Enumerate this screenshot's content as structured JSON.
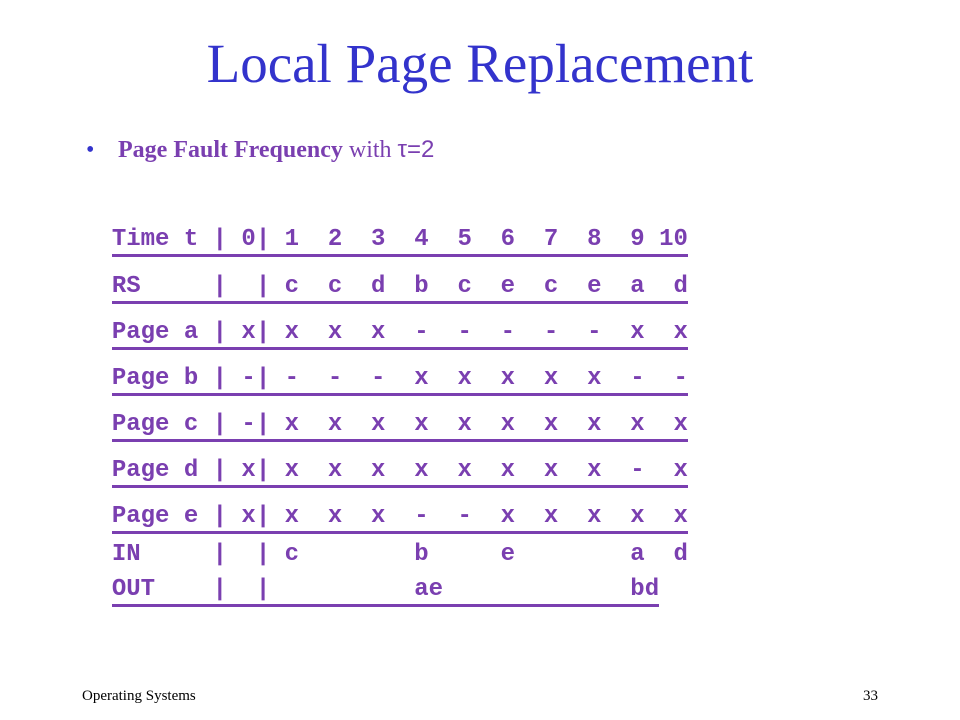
{
  "slide": {
    "title": "Local Page Replacement",
    "bullet": {
      "marker": "•",
      "bold_text": "Page Fault Frequency",
      "plain_text": " with ",
      "tau_text": "τ=2"
    }
  },
  "table": {
    "header": "Time t | 0| 1  2  3  4  5  6  7  8  9 10",
    "rows": [
      "RS     |  | c  c  d  b  c  e  c  e  a  d",
      "Page a | x| x  x  x  -  -  -  -  -  x  x",
      "Page b | -| -  -  -  x  x  x  x  x  -  -",
      "Page c | -| x  x  x  x  x  x  x  x  x  x",
      "Page d | x| x  x  x  x  x  x  x  x  -  x",
      "Page e | x| x  x  x  -  -  x  x  x  x  x"
    ],
    "in_row": "IN     |  | c        b     e        a  d",
    "out_row": "OUT    |  |          ae             bd"
  },
  "footer": {
    "course": "Operating Systems",
    "page_number": "33"
  },
  "colors": {
    "title": "#3333cc",
    "table_text": "#7a3fb0",
    "footer_text": "#000000"
  }
}
